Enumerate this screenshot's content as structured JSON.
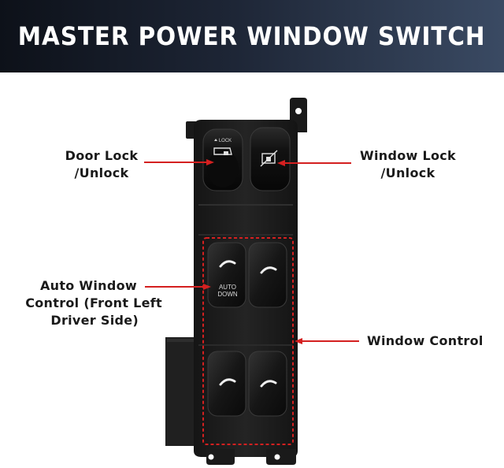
{
  "header": {
    "title": "MASTER POWER WINDOW SWITCH",
    "background_start": "#0d1119",
    "background_end": "#3a4a63",
    "text_color": "#ffffff"
  },
  "callouts": {
    "door_lock": {
      "line1": "Door Lock",
      "line2": "/Unlock"
    },
    "window_lock": {
      "line1": "Window Lock",
      "line2": "/Unlock"
    },
    "auto_window": {
      "line1": "Auto Window",
      "line2": "Control (Front Left",
      "line3": "Driver Side)"
    },
    "window_control": {
      "line1": "Window Control"
    }
  },
  "switch_text": {
    "lock_button": "LOCK",
    "auto_line1": "AUTO",
    "auto_line2": "DOWN"
  },
  "colors": {
    "leader_line": "#d42020",
    "panel": "#1c1c1c",
    "button": "#0f0f0f"
  },
  "icons": {
    "door_lock_button": "car-door-lock-icon",
    "window_lock_button": "window-lock-crossed-icon",
    "window_buttons": "window-switch-arc-icon"
  }
}
